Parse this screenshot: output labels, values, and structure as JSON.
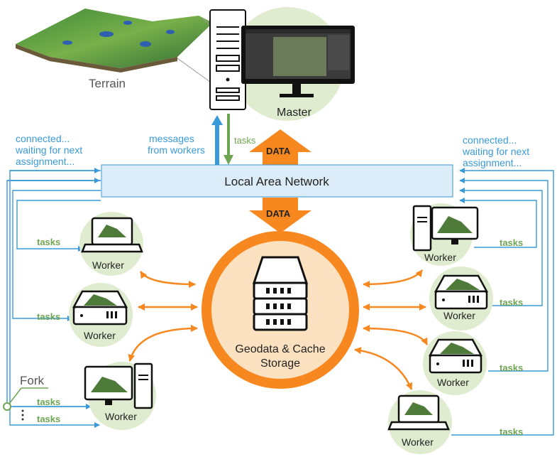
{
  "terrain_label": "Terrain",
  "master_label": "Master",
  "lan_label": "Local Area Network",
  "storage_label_line1": "Geodata & Cache",
  "storage_label_line2": "Storage",
  "data_label": "DATA",
  "tasks_label": "tasks",
  "messages_label_line1": "messages",
  "messages_label_line2": "from workers",
  "status_left": [
    "connected...",
    "waiting for next",
    "assignment..."
  ],
  "status_right": [
    "connected...",
    "waiting for next",
    "assignment..."
  ],
  "worker_label": "Worker",
  "fork_label": "Fork",
  "colors": {
    "blue": "#3a9ad9",
    "green": "#6fa552",
    "orange": "#f7871f",
    "lan_fill": "#dcecf8",
    "circle_fill": "#dfeccf",
    "storage_fill": "#fbe1bf"
  }
}
